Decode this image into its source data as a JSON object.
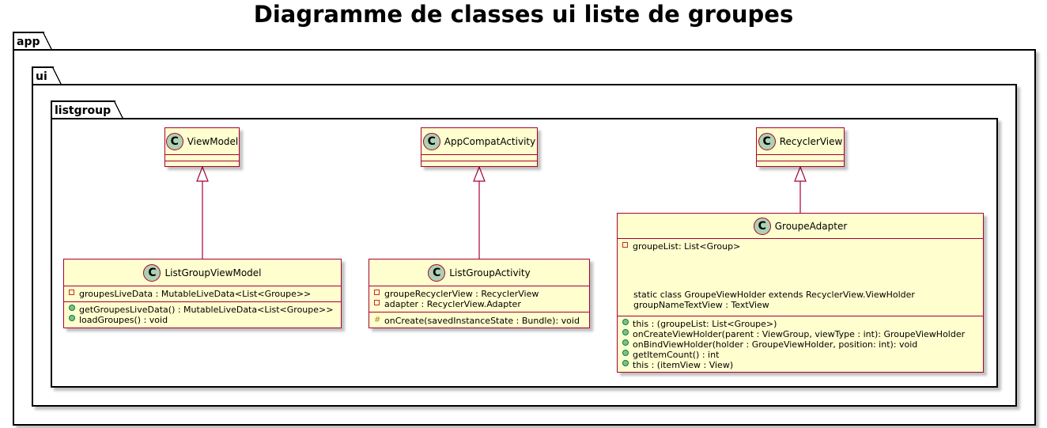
{
  "title": "Diagramme de classes ui liste de groupes",
  "packages": {
    "app": "app",
    "ui": "ui",
    "listgroup": "listgroup"
  },
  "classes": {
    "viewmodel": {
      "name": "ViewModel"
    },
    "appcompat": {
      "name": "AppCompatActivity"
    },
    "recyclerview": {
      "name": "RecyclerView"
    },
    "listgroupviewmodel": {
      "name": "ListGroupViewModel",
      "fields": [
        "groupesLiveData : MutableLiveData<List<Groupe>>"
      ],
      "methods": [
        "getGroupesLiveData() : MutableLiveData<List<Groupe>>",
        "loadGroupes() : void"
      ]
    },
    "listgroupactivity": {
      "name": "ListGroupActivity",
      "fields": [
        "groupeRecyclerView : RecyclerView",
        "adapter : RecyclerView.Adapter"
      ],
      "methods": [
        "onCreate(savedInstanceState : Bundle): void"
      ]
    },
    "groupeadapter": {
      "name": "GroupeAdapter",
      "fields": [
        "groupeList: List<Group>"
      ],
      "inner_class": [
        "static class GroupeViewHolder extends RecyclerView.ViewHolder",
        "groupNameTextView : TextView"
      ],
      "methods": [
        "this : (groupeList: List<Groupe>)",
        "onCreateViewHolder(parent : ViewGroup, viewType : int): GroupeViewHolder",
        "onBindViewHolder(holder : GroupeViewHolder, position: int): void",
        "getItemCount() : int",
        "this : (itemView : View)"
      ]
    }
  },
  "icon_letter": "C",
  "colors": {
    "class_fill": "#fefece",
    "class_border": "#a80036",
    "icon_fill": "#add1b2"
  }
}
